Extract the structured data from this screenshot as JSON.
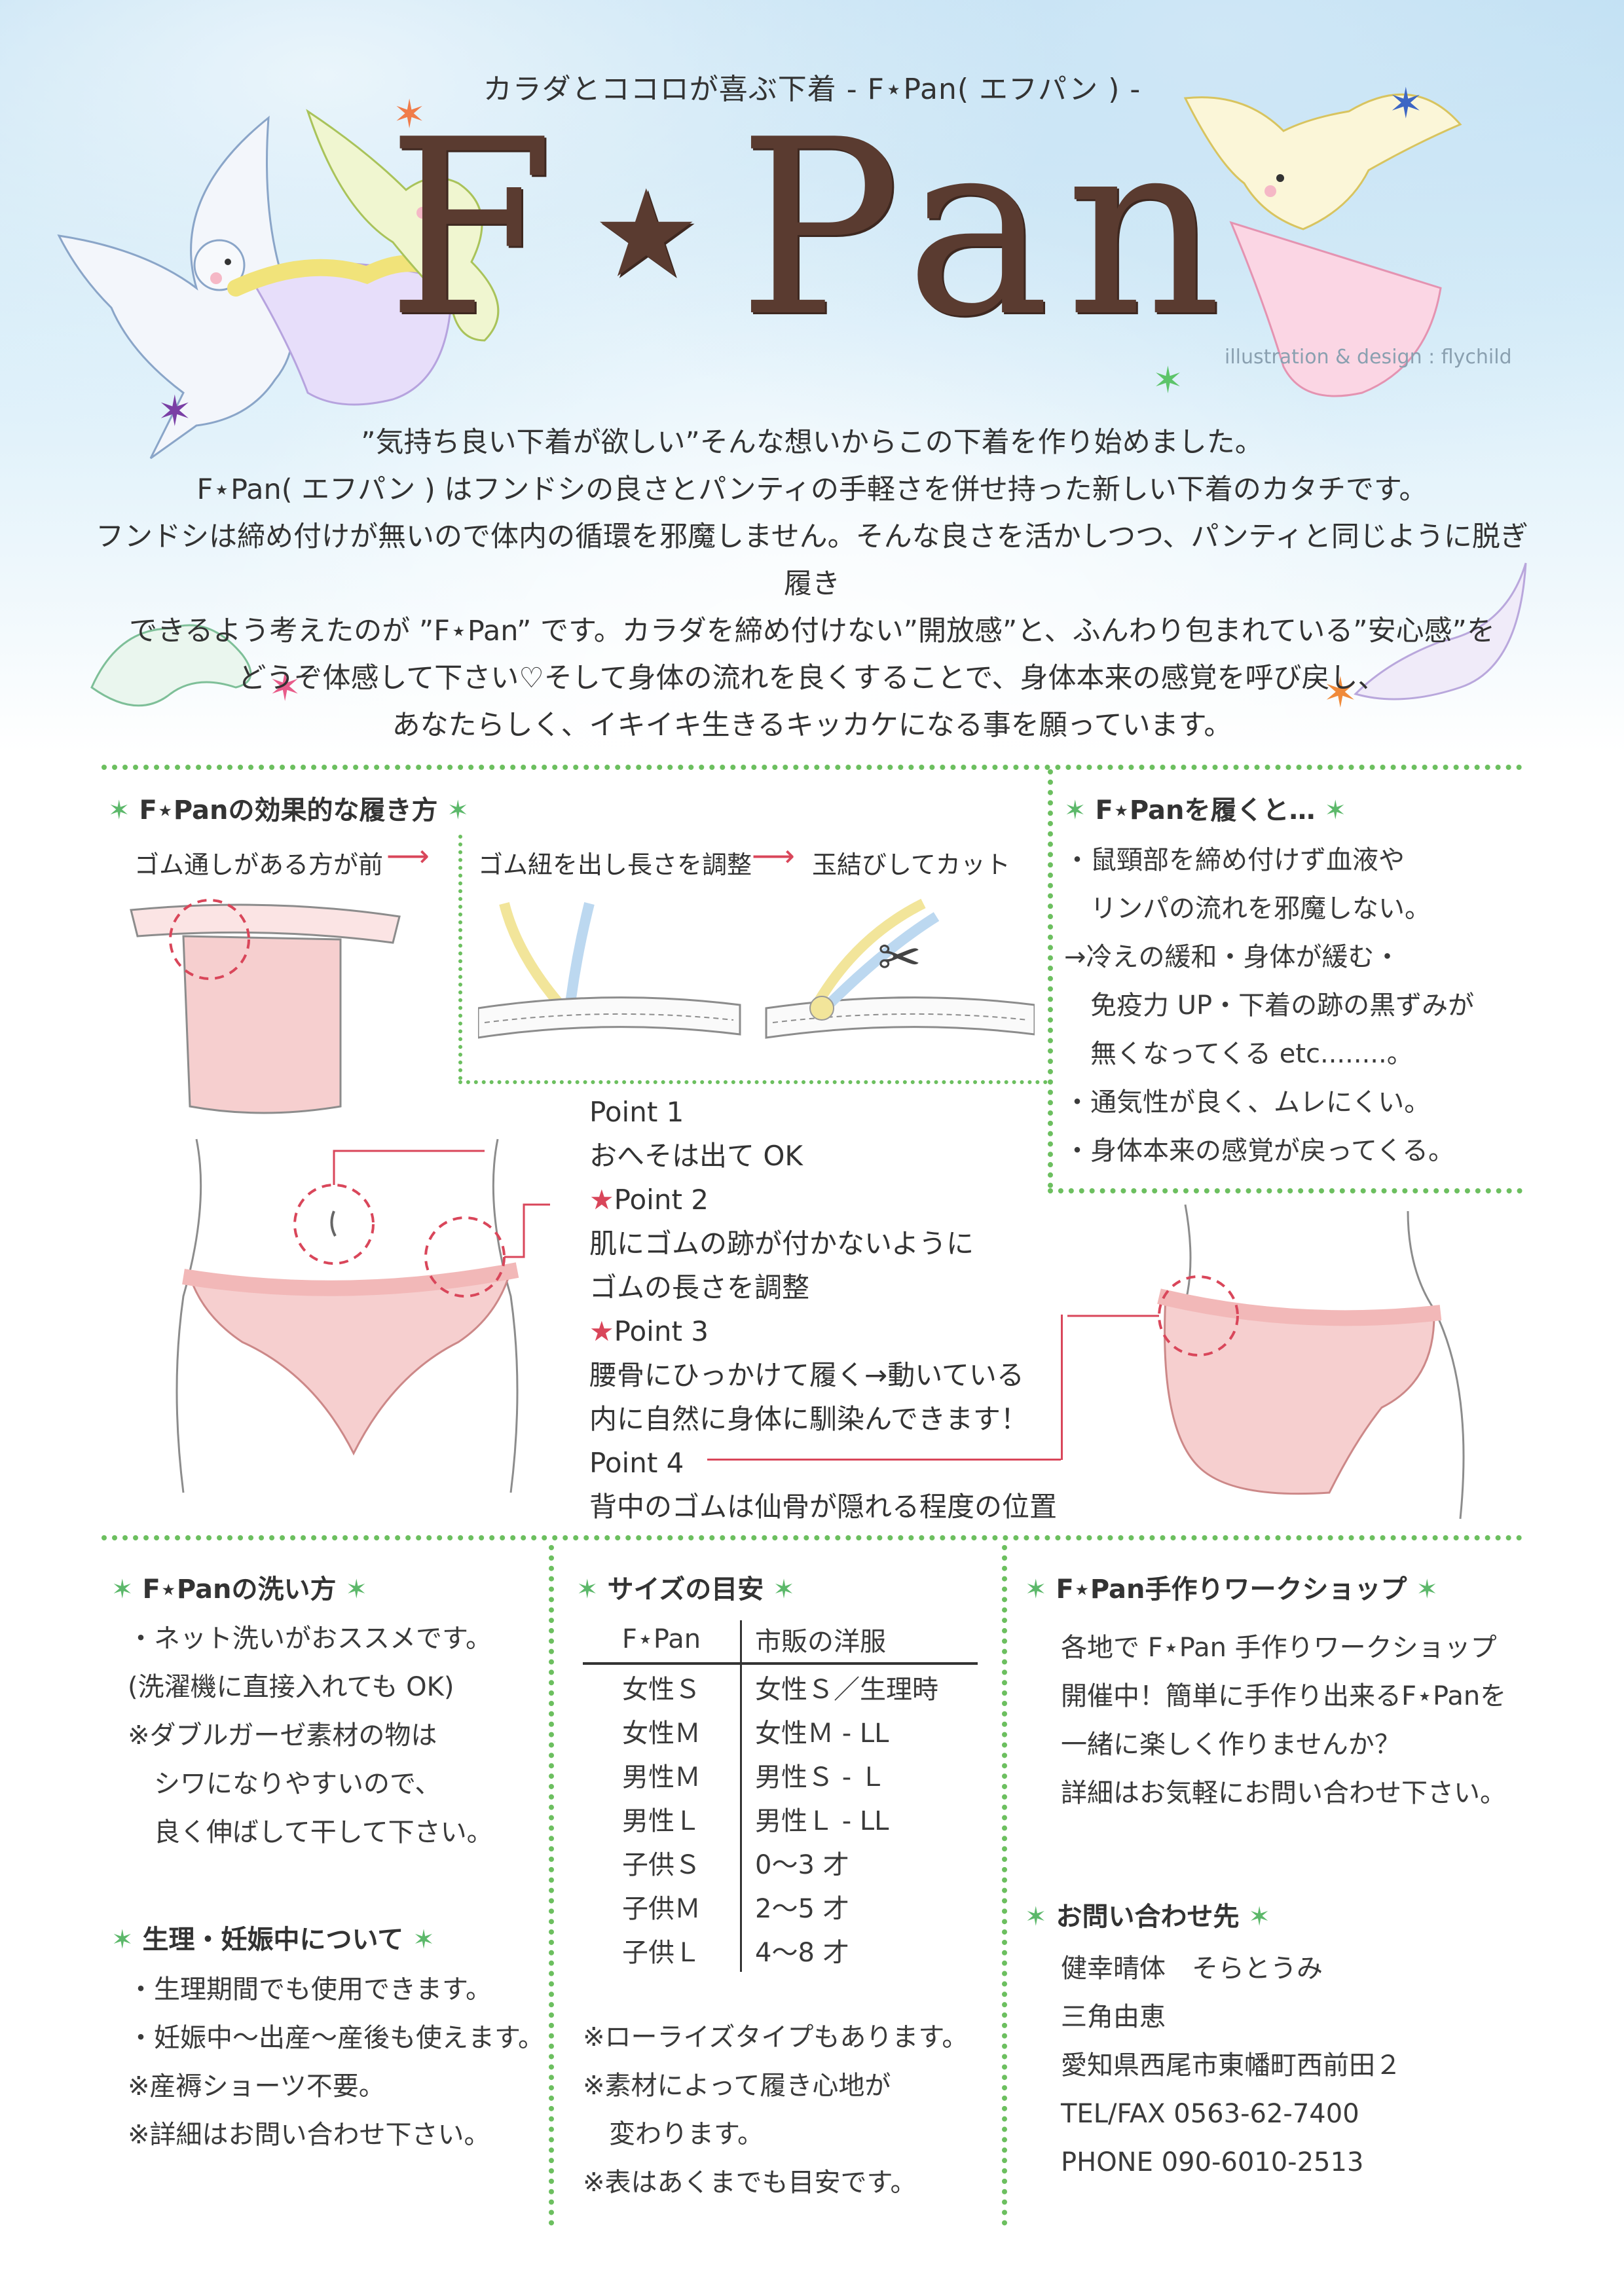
{
  "header": {
    "tagline": "カラダとココロが喜ぶ下着 - F⋆Pan( エフパン ) -",
    "logo": "F⋆Pan",
    "credit": "illustration & design : flychild"
  },
  "intro": [
    "”気持ち良い下着が欲しい”そんな想いからこの下着を作り始めました。",
    "F⋆Pan( エフパン ) はフンドシの良さとパンティの手軽さを併せ持った新しい下着のカタチです。",
    "フンドシは締め付けが無いので体内の循環を邪魔しません。そんな良さを活かしつつ、パンティと同じように脱ぎ履き",
    "できるよう考えたのが ”F⋆Pan” です。カラダを締め付けない”開放感”と、ふんわり包まれている”安心感”を",
    "どうぞ体感して下さい♡そして身体の流れを良くすることで、身体本来の感覚を呼び戻し、",
    "あなたらしく、イキイキ生きるキッカケになる事を願っています。"
  ],
  "howto": {
    "title": "F⋆Panの効果的な履き方",
    "front_label": "ゴム通しがある方が前",
    "adjust_label": "ゴム紐を出し長さを調整",
    "cut_label": "玉結びしてカット",
    "points": [
      "Point 1",
      "おへそは出て OK",
      "Point 2",
      "肌にゴムの跡が付かないように",
      "ゴムの長さを調整",
      "Point 3",
      "腰骨にひっかけて履く→動いている",
      "内に自然に身体に馴染んできます！",
      "Point 4",
      "背中のゴムは仙骨が隠れる程度の位置"
    ]
  },
  "benefits": {
    "title": "F⋆Panを履くと…",
    "lines": [
      "・鼠頸部を締め付けず血液や",
      "　リンパの流れを邪魔しない。",
      "→冷えの緩和・身体が緩む・",
      "　免疫力 UP・下着の跡の黒ずみが",
      "　無くなってくる etc........。",
      "・通気性が良く、ムレにくい。",
      "・身体本来の感覚が戻ってくる。"
    ]
  },
  "wash": {
    "title": "F⋆Panの洗い方",
    "lines": [
      "・ネット洗いがおススメです。",
      "(洗濯機に直接入れても OK)",
      "※ダブルガーゼ素材の物は",
      "　シワになりやすいので、",
      "　良く伸ばして干して下さい。"
    ]
  },
  "period": {
    "title": "生理・妊娠中について",
    "lines": [
      "・生理期間でも使用できます。",
      "・妊娠中〜出産〜産後も使えます。",
      "※産褥ショーツ不要。",
      "※詳細はお問い合わせ下さい。"
    ]
  },
  "size": {
    "title": "サイズの目安",
    "headers": [
      "F⋆Pan",
      "市販の洋服"
    ],
    "rows": [
      [
        "女性Ｓ",
        "女性Ｓ／生理時"
      ],
      [
        "女性Ｍ",
        "女性Ｍ - LL"
      ],
      [
        "男性Ｍ",
        "男性Ｓ - Ｌ"
      ],
      [
        "男性Ｌ",
        "男性Ｌ - LL"
      ],
      [
        "子供Ｓ",
        "0〜3 才"
      ],
      [
        "子供Ｍ",
        "2〜5 才"
      ],
      [
        "子供Ｌ",
        "4〜8 才"
      ]
    ],
    "notes": [
      "※ローライズタイプもあります。",
      "※素材によって履き心地が",
      "　変わります。",
      "※表はあくまでも目安です。"
    ]
  },
  "workshop": {
    "title": "F⋆Pan手作りワークショップ",
    "lines": [
      "各地で F⋆Pan 手作りワークショップ",
      "開催中！簡単に手作り出来るF⋆Panを",
      "一緒に楽しく作りませんか？",
      "詳細はお気軽にお問い合わせ下さい。"
    ]
  },
  "contact": {
    "title": "お問い合わせ先",
    "lines": [
      "健幸晴体　そらとうみ",
      "三角由恵",
      "愛知県西尾市東幡町西前田２",
      "TEL/FAX 0563-62-7400",
      "PHONE 090-6010-2513"
    ]
  },
  "colors": {
    "accent_green": "#6cbf5f",
    "accent_red": "#d9465a",
    "logo_brown": "#5a3b30",
    "garment_pink": "#f6cfcf"
  }
}
